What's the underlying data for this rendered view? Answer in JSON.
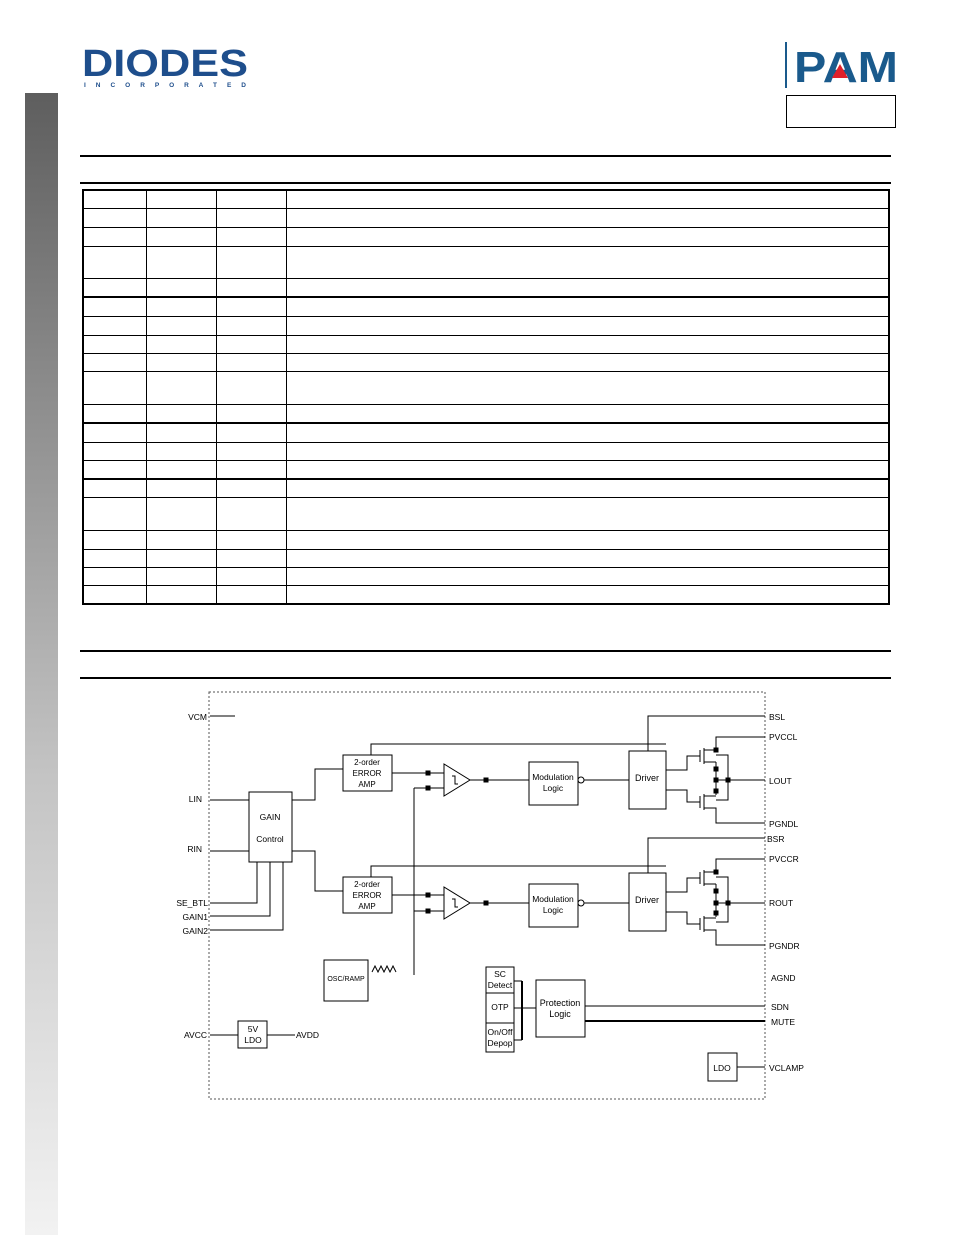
{
  "header": {
    "company_logo": "DIODES",
    "company_logo_sub": "I N C O R P O R A T E D",
    "product_logo": "PAM"
  },
  "diagram": {
    "pins_left": [
      "VCM",
      "LIN",
      "RIN",
      "SE_BTL",
      "GAIN1",
      "GAIN2",
      "AVCC"
    ],
    "pins_right": [
      "BSL",
      "PVCCL",
      "LOUT",
      "PGNDL",
      "BSR",
      "PVCCR",
      "ROUT",
      "PGNDR",
      "AGND",
      "SDN",
      "MUTE",
      "VCLAMP"
    ],
    "gain_block": {
      "line1": "GAIN",
      "line2": "Control"
    },
    "error_amp_l": [
      "2-order",
      "ERROR",
      "AMP"
    ],
    "error_amp_r": [
      "2-order",
      "ERROR",
      "AMP"
    ],
    "modulation_l": [
      "Modulation",
      "Logic"
    ],
    "modulation_r": [
      "Modulation",
      "Logic"
    ],
    "driver_l": "Driver",
    "driver_r": "Driver",
    "osc": "OSC/RAMP",
    "sc_detect": [
      "SC",
      "Detect"
    ],
    "otp": "OTP",
    "depop": [
      "On/Off",
      "Depop"
    ],
    "protection": [
      "Protection",
      "Logic"
    ],
    "ldo5v": [
      "5V",
      "LDO"
    ],
    "avdd": "AVDD",
    "ldo": "LDO"
  }
}
